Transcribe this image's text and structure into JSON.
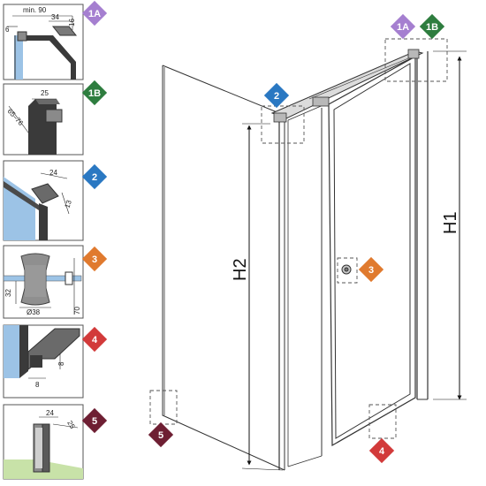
{
  "colors": {
    "badge_1a": "#a57fd0",
    "badge_1b": "#2e7d3f",
    "badge_2": "#2a78c2",
    "badge_3": "#e07a2e",
    "badge_4": "#d23a3a",
    "badge_5": "#6e1f33",
    "glass": "#9cc3e6",
    "frame": "#4a4a4a"
  },
  "badges": {
    "b1a": "1A",
    "b1b": "1B",
    "b2": "2",
    "b3": "3",
    "b4": "4",
    "b5": "5"
  },
  "details": {
    "d1a": {
      "min": "min. 90",
      "w": "34",
      "h": "16",
      "t": "6"
    },
    "d1b": {
      "w": "25",
      "range": "65–76"
    },
    "d2": {
      "w": "24",
      "h": "13"
    },
    "d3": {
      "h1": "32",
      "d": "Ø38",
      "h2": "70"
    },
    "d4": {
      "w": "8",
      "h": "8"
    },
    "d5": {
      "w": "24",
      "h": "25"
    }
  },
  "main": {
    "h1": "H1",
    "h2": "H2"
  }
}
